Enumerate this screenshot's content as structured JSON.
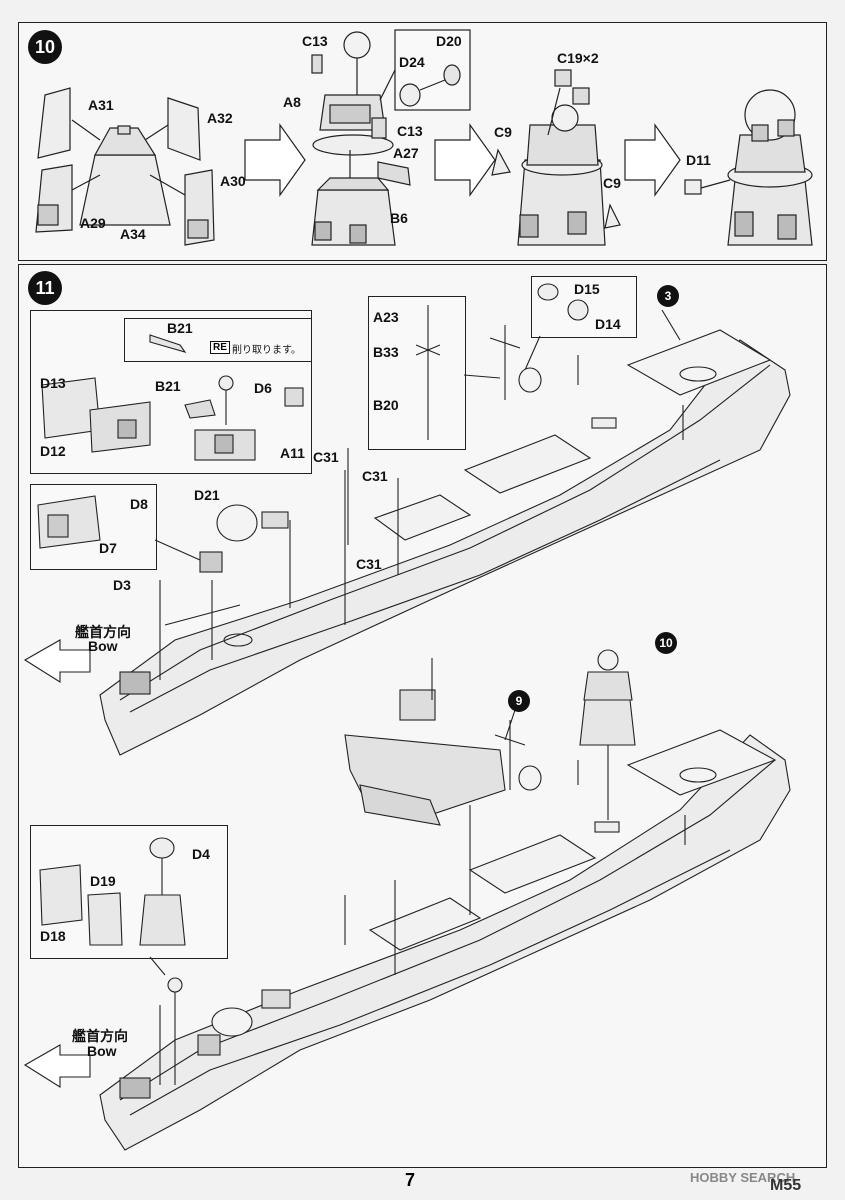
{
  "step10": {
    "number": "10",
    "labels": {
      "a31": "A31",
      "a32": "A32",
      "a29": "A29",
      "a34": "A34",
      "a30": "A30",
      "c13a": "C13",
      "a8": "A8",
      "c13b": "C13",
      "a27": "A27",
      "b6": "B6",
      "d20": "D20",
      "d24": "D24",
      "c19": "C19×2",
      "c9a": "C9",
      "c9b": "C9",
      "d11": "D11"
    }
  },
  "step11": {
    "number": "11",
    "labels": {
      "b21a": "B21",
      "b21b": "B21",
      "d6": "D6",
      "d13": "D13",
      "d12": "D12",
      "a11": "A11",
      "d21": "D21",
      "d8": "D8",
      "d7": "D7",
      "d3": "D3",
      "c31a": "C31",
      "c31b": "C31",
      "c31c": "C31",
      "a23": "A23",
      "b33": "B33",
      "b20": "B20",
      "d15": "D15",
      "d14": "D14",
      "d4": "D4",
      "d19": "D19",
      "d18": "D18"
    },
    "re_tag": "RE",
    "re_note": "削り取ります。",
    "bow_jp": "艦首方向",
    "bow_en": "Bow",
    "ref_top": "3",
    "ref_mid_a": "10",
    "ref_mid_b": "9"
  },
  "footer": {
    "page": "7",
    "code": "M55",
    "watermark": "HOBBY SEARCH"
  }
}
